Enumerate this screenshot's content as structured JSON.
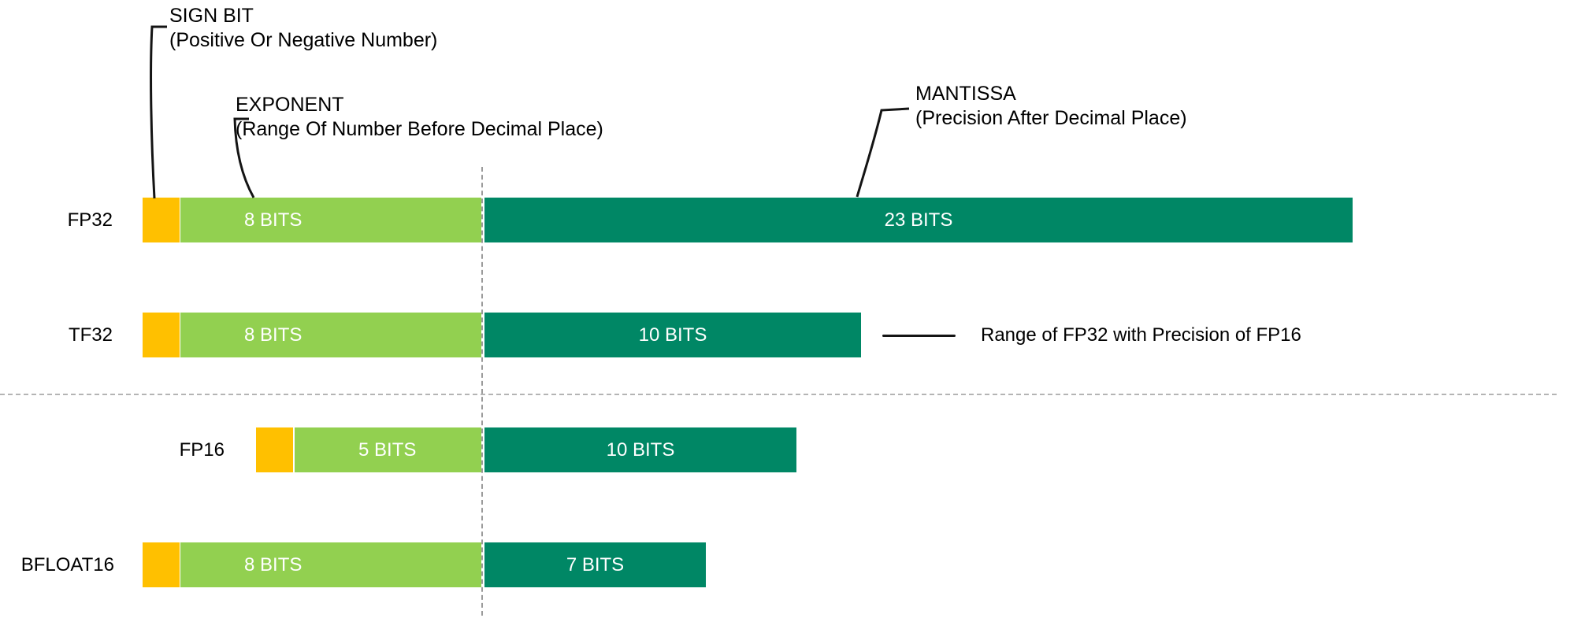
{
  "legend": {
    "sign": {
      "title": "SIGN BIT",
      "subtitle": "(Positive Or Negative Number)"
    },
    "exponent": {
      "title": "EXPONENT",
      "subtitle": "(Range Of Number Before Decimal Place)"
    },
    "mantissa": {
      "title": "MANTISSA",
      "subtitle": "(Precision After Decimal Place)"
    }
  },
  "rows": [
    {
      "label": "FP32",
      "exponent_label": "8 BITS",
      "mantissa_label": "23 BITS"
    },
    {
      "label": "TF32",
      "exponent_label": "8 BITS",
      "mantissa_label": "10 BITS"
    },
    {
      "label": "FP16",
      "exponent_label": "5 BITS",
      "mantissa_label": "10 BITS"
    },
    {
      "label": "BFLOAT16",
      "exponent_label": "8 BITS",
      "mantissa_label": "7 BITS"
    }
  ],
  "annotation": {
    "text": "Range of FP32 with Precision of FP16"
  },
  "colors": {
    "sign_bit": "#FFC000",
    "exponent": "#92D050",
    "mantissa": "#008765",
    "bar_text": "#FFFFFF",
    "divider_gray": "#9B9B9B"
  }
}
